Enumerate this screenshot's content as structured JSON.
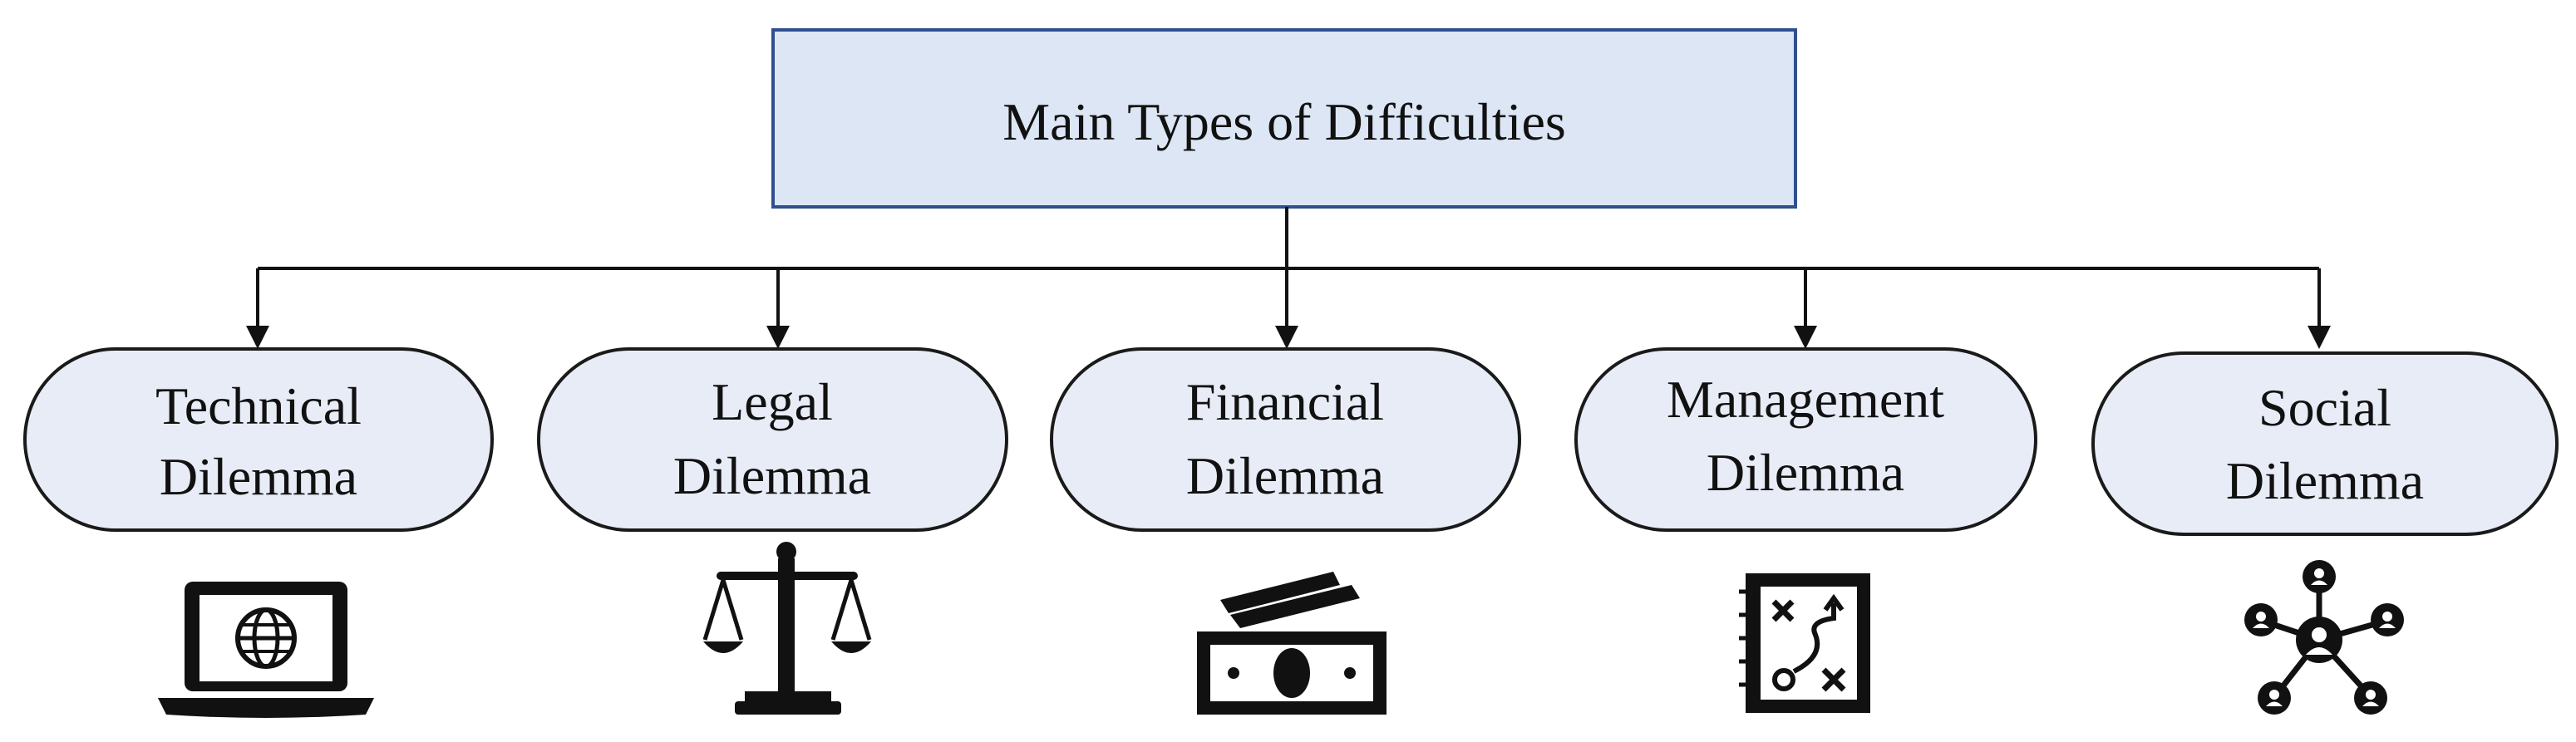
{
  "diagram": {
    "root": {
      "label": "Main Types of Difficulties"
    },
    "colors": {
      "root_fill": "#dce6f4",
      "root_border": "#2f4f8f",
      "node_fill": "#e8ecf6",
      "node_border": "#1a1a1a",
      "connector": "#111111",
      "icon": "#111111"
    },
    "nodes": [
      {
        "line1": "Technical",
        "line2": "Dilemma",
        "icon": "laptop-globe-icon"
      },
      {
        "line1": "Legal",
        "line2": "Dilemma",
        "icon": "scales-of-justice-icon"
      },
      {
        "line1": "Financial",
        "line2": "Dilemma",
        "icon": "banknotes-icon"
      },
      {
        "line1": "Management",
        "line2": "Dilemma",
        "icon": "strategy-board-icon"
      },
      {
        "line1": "Social",
        "line2": "Dilemma",
        "icon": "social-network-icon"
      }
    ]
  }
}
